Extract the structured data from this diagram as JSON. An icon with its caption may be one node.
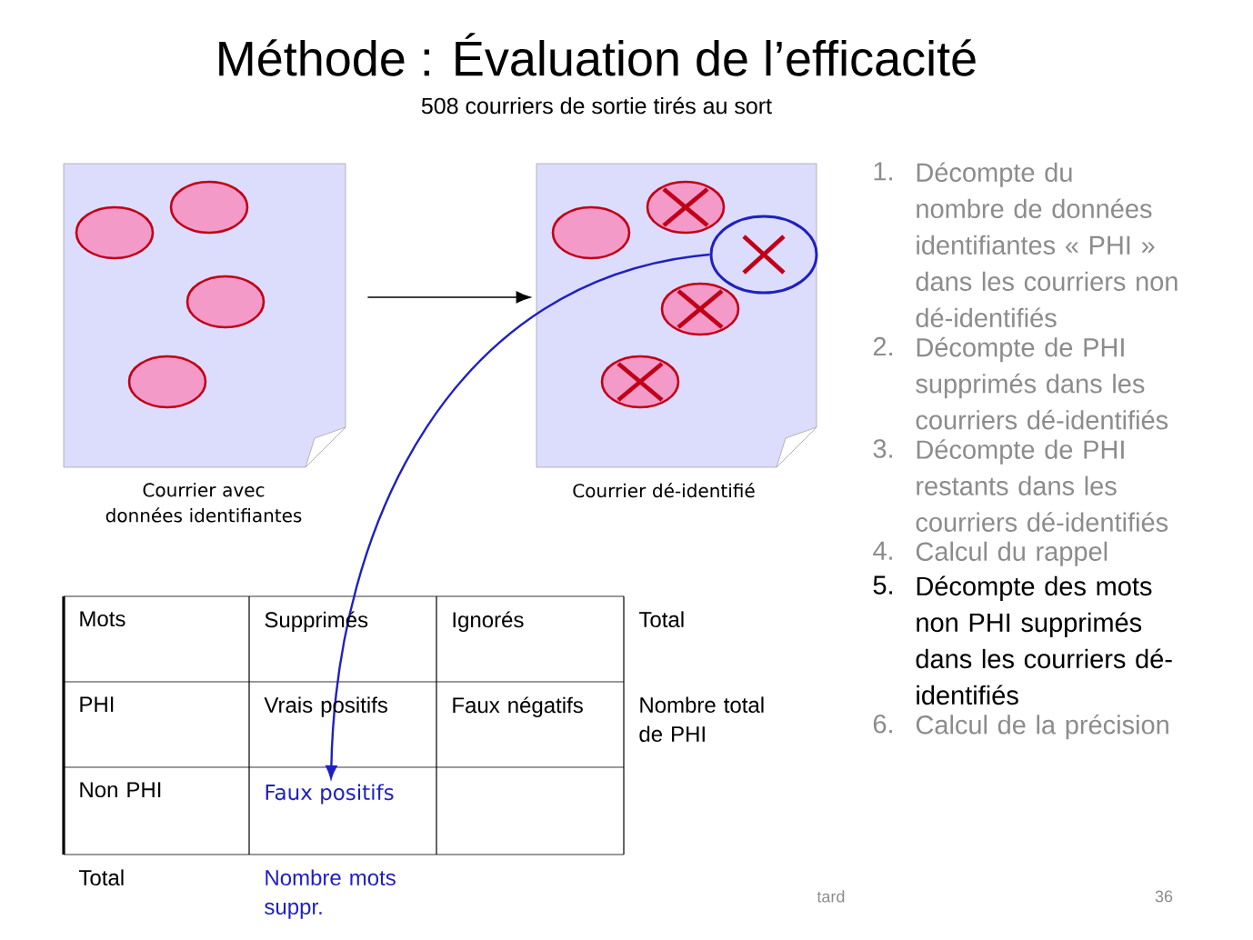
{
  "diagram": {
    "title": "Méthode : Évaluation de l’efficacité",
    "nodes": [
      {
        "text": [],
        "shape": "box",
        "beside": [
          "Courrier avec données identifiantes"
        ]
      },
      {
        "text": [],
        "shape": "box",
        "beside": [
          "Courrier dé-identifié"
        ]
      },
      {
        "text": [],
        "shape": "circle",
        "in": 1
      },
      {
        "text": [
          "Faux positifs"
        ]
      }
    ],
    "edges": [
      {
        "from": 0,
        "to": 1,
        "arrow": "to"
      },
      {
        "from": 2,
        "to": 3,
        "arrow": "to",
        "color": "#2020c0"
      }
    ],
    "labels": [
      "508 courriers de sortie tirés au sort",
      "Mots",
      "Supprimés",
      "Ignorés",
      "Total",
      "PHI",
      "Vrais positifs",
      "Faux négatifs",
      "Nombre total de PHI",
      "Non PHI",
      "Total",
      "Nombre mots suppr.",
      "1.",
      "Décompte du nombre de données identifiantes « PHI » dans les courriers non dé-identifiés",
      "2.",
      "Décompte de PHI supprimés dans les courriers dé-identifiés",
      "3.",
      "Décompte de PHI restants dans les courriers dé-identifiés",
      "4.",
      "Calcul du rappel",
      "5.",
      "Décompte des mots non PHI supprimés dans les courriers dé-identifiés",
      "6.",
      "Calcul de la précision",
      "tard",
      "36"
    ]
  }
}
